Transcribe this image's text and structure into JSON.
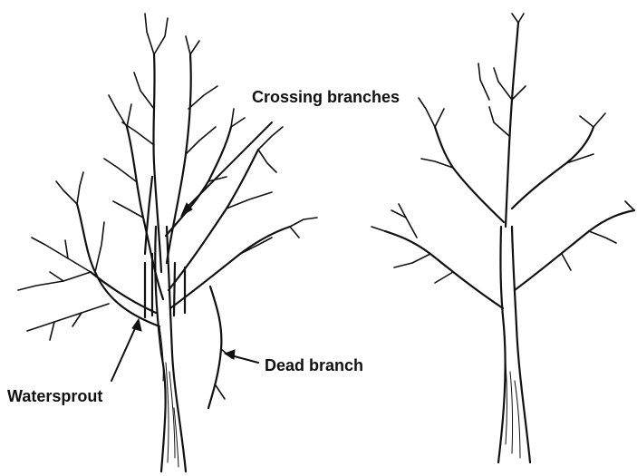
{
  "figure": {
    "left_tree": {
      "labels": {
        "crossing_branches": "Crossing branches",
        "dead_branch": "Dead branch",
        "watersprout": "Watersprout"
      }
    },
    "right_tree": {}
  },
  "colors": {
    "line": "#111111",
    "background": "#ffffff"
  }
}
